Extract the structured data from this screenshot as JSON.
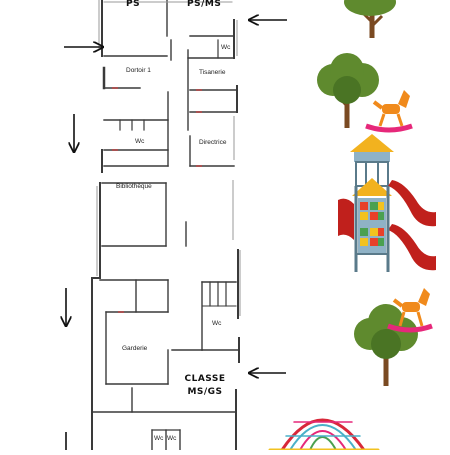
{
  "plan": {
    "rooms": {
      "ps": "PS",
      "ps_ms": "PS/MS",
      "wc_top": "Wc",
      "dortoir": "Dortoir 1",
      "tisanerie": "Tisanerie",
      "wc_mid": "Wc",
      "directrice": "Directrice",
      "bibliotheque": "Bibliothèque",
      "wc_lower": "Wc",
      "garderie": "Garderie",
      "classe_line1": "CLASSE",
      "classe_line2": "MS/GS",
      "wc_bottom_a": "Wc",
      "wc_bottom_b": "Wc"
    }
  },
  "colors": {
    "wall": "#3a3a3a",
    "wall_light": "#9a9a9a",
    "arrow": "#111111",
    "tree_foliage": "#5f8a2e",
    "tree_foliage_dark": "#4a7424",
    "tree_trunk": "#7a4a22",
    "tower_roof": "#f2b21f",
    "tower_body": "#8fb2c6",
    "slide": "#c0201c",
    "rocking_horse": "#f08a1c",
    "rocker_base": "#e6287a",
    "climbing_dome": "#d8283a"
  },
  "icons": [
    "entrance-arrow-icon",
    "tree-icon",
    "rocking-horse-icon",
    "play-tower-slide-icon",
    "climbing-dome-icon"
  ]
}
